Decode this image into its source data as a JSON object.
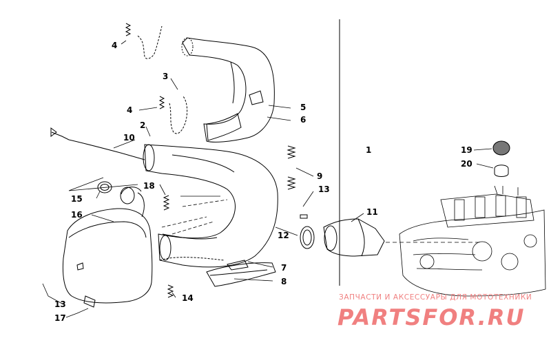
{
  "callouts": [
    {
      "id": "1",
      "label": "1"
    },
    {
      "id": "2",
      "label": "2"
    },
    {
      "id": "3",
      "label": "3"
    },
    {
      "id": "4a",
      "label": "4"
    },
    {
      "id": "4b",
      "label": "4"
    },
    {
      "id": "5",
      "label": "5"
    },
    {
      "id": "6",
      "label": "6"
    },
    {
      "id": "7",
      "label": "7"
    },
    {
      "id": "8",
      "label": "8"
    },
    {
      "id": "9",
      "label": "9"
    },
    {
      "id": "10",
      "label": "10"
    },
    {
      "id": "11",
      "label": "11"
    },
    {
      "id": "12",
      "label": "12"
    },
    {
      "id": "13a",
      "label": "13"
    },
    {
      "id": "13b",
      "label": "13"
    },
    {
      "id": "14",
      "label": "14"
    },
    {
      "id": "15",
      "label": "15"
    },
    {
      "id": "16",
      "label": "16"
    },
    {
      "id": "17",
      "label": "17"
    },
    {
      "id": "18",
      "label": "18"
    },
    {
      "id": "19",
      "label": "19"
    },
    {
      "id": "20",
      "label": "20"
    }
  ],
  "watermark": {
    "tagline": "ЗАПЧАСТИ И АКСЕССУАРЫ ДЛЯ МОТОТЕХНИКИ",
    "logo": "PARTSFOR.RU",
    "color": "#ee6b6b"
  }
}
